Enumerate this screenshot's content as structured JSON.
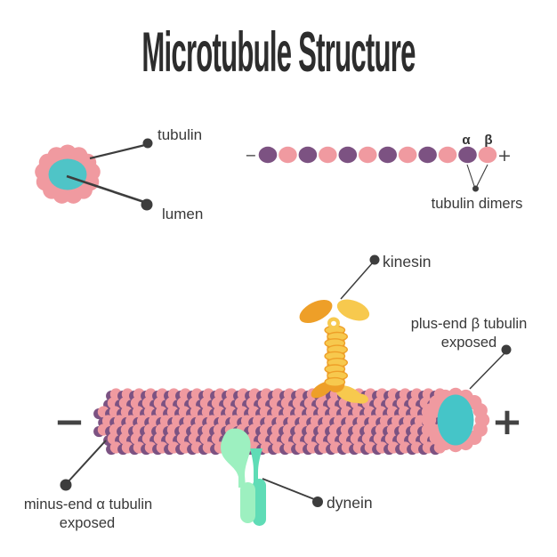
{
  "title": "Microtubule Structure",
  "colors": {
    "tubulin_pink": "#f09aa0",
    "tubulin_purple": "#7c5282",
    "lumen_teal": "#4fc4c7",
    "cap_teal": "#45c5c8",
    "kinesin_orange": "#ee9f28",
    "kinesin_yellow": "#f7c94e",
    "dynein_light_green": "#9df0c0",
    "dynein_dark_green": "#5fdcb6",
    "label_dark": "#3d3d3d"
  },
  "cross_section": {
    "tubulin_label": "tubulin",
    "lumen_label": "lumen"
  },
  "protofilament": {
    "minus_sign": "−",
    "plus_sign": "+",
    "alpha_label": "α",
    "beta_label": "β",
    "dimers_label": "tubulin dimers",
    "subunits": [
      "α",
      "β",
      "α",
      "β",
      "α",
      "β",
      "α",
      "β",
      "α",
      "β",
      "α",
      "β"
    ]
  },
  "microtubule": {
    "minus_sign": "−",
    "plus_sign": "+",
    "plus_end_label": {
      "line1": "plus-end β tubulin",
      "line2": "exposed"
    },
    "minus_end_label": {
      "line1": "minus-end α tubulin",
      "line2": "exposed"
    }
  },
  "motors": {
    "kinesin_label": "kinesin",
    "dynein_label": "dynein"
  }
}
